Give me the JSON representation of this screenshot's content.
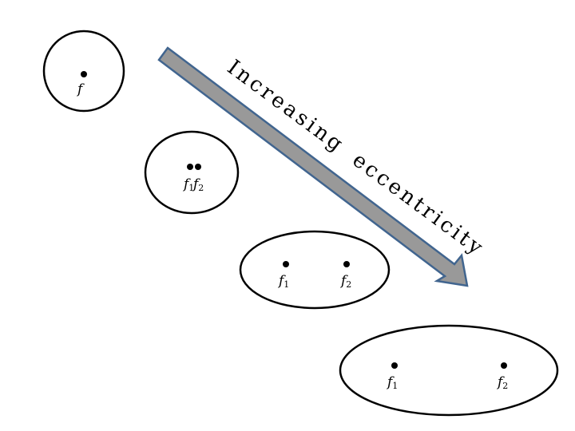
{
  "banner_text": "Increasing eccentricity",
  "arrow_color": "#999999",
  "arrow_stroke": "#41658f",
  "ellipses": [
    {
      "id": "circle",
      "foci": [
        {
          "label": "f",
          "sub": ""
        }
      ]
    },
    {
      "id": "ellipse-low",
      "foci": [
        {
          "label": "f",
          "sub": "1"
        },
        {
          "label": "f",
          "sub": "2"
        }
      ]
    },
    {
      "id": "ellipse-mid",
      "foci": [
        {
          "label": "f",
          "sub": "1"
        },
        {
          "label": "f",
          "sub": "2"
        }
      ]
    },
    {
      "id": "ellipse-high",
      "foci": [
        {
          "label": "f",
          "sub": "1"
        },
        {
          "label": "f",
          "sub": "2"
        }
      ]
    }
  ]
}
